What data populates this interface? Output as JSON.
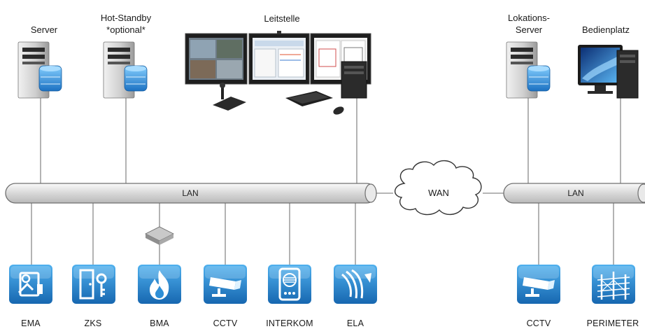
{
  "labels": {
    "server": "Server",
    "hot_standby": "Hot-Standby",
    "hot_standby_note": "*optional*",
    "leitstelle": "Leitstelle",
    "lokations_server_1": "Lokations-",
    "lokations_server_2": "Server",
    "bedienplatz": "Bedienplatz",
    "lan_left": "LAN",
    "wan": "WAN",
    "lan_right": "LAN"
  },
  "devices": {
    "ema": "EMA",
    "zks": "ZKS",
    "bma": "BMA",
    "cctv_left": "CCTV",
    "interkom": "INTERKOM",
    "ela": "ELA",
    "cctv_right": "CCTV",
    "perimeter": "PERIMETER"
  },
  "colors": {
    "bus_fill": "#e6e6e6",
    "bus_stroke": "#6f6f6f",
    "line": "#8a8a8a",
    "icon_blue": "#2f8fd6",
    "icon_blue_dark": "#1767b0",
    "tower_dark": "#2b2b2b",
    "tower_light": "#d9d9d9"
  }
}
